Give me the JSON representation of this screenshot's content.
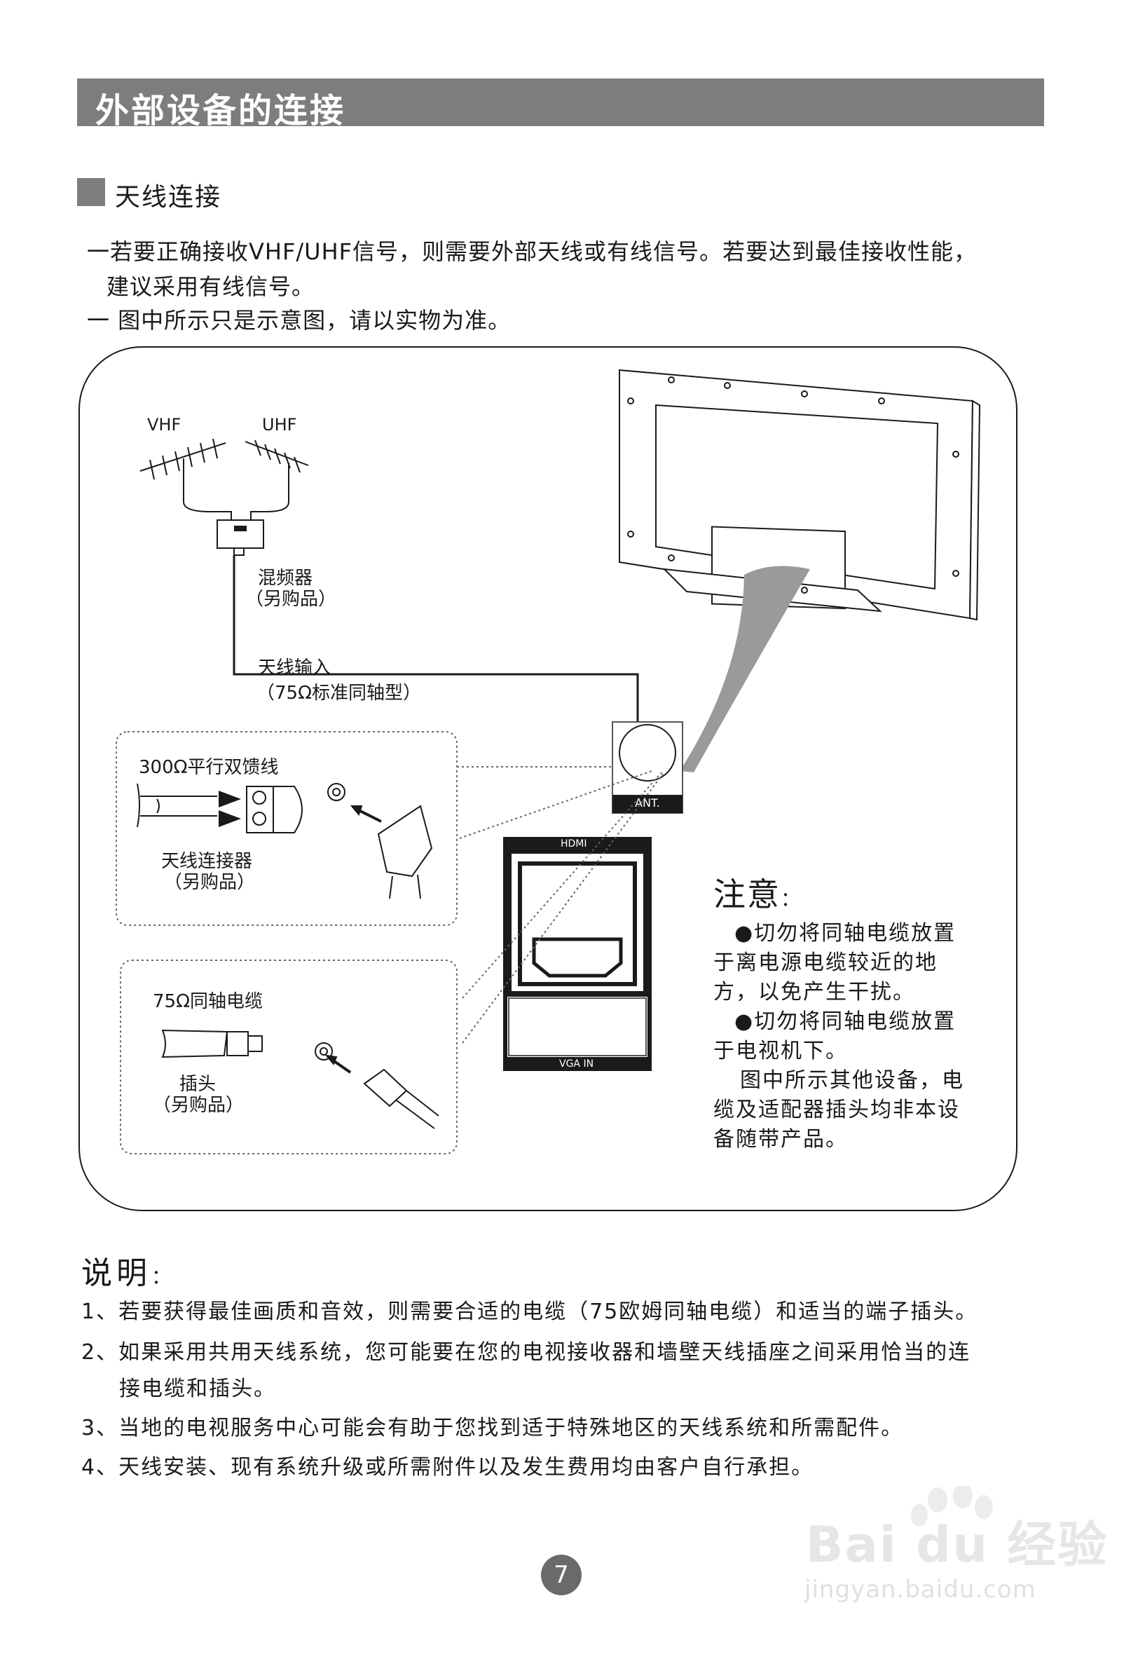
{
  "header": {
    "title": "外部设备的连接"
  },
  "section": {
    "title": "天线连接"
  },
  "intro": {
    "line1": "一若要正确接收VHF/UHF信号，则需要外部天线或有线信号。若要达到最佳接收性能，",
    "line2": "建议采用有线信号。",
    "line3": "一  图中所示只是示意图，请以实物为准。"
  },
  "diagram": {
    "vhf": "VHF",
    "uhf": "UHF",
    "mixer": "混频器",
    "mixer_note": "（另购品）",
    "antenna_input": "天线输入",
    "antenna_input_note": "（75Ω标准同轴型）",
    "ant_port": "ANT.",
    "hdmi_port": "HDMI",
    "vga_port": "VGA IN",
    "twin_lead": "300Ω平行双馈线",
    "connector": "天线连接器",
    "connector_note": "（另购品）",
    "coax": "75Ω同轴电缆",
    "plug": "插头",
    "plug_note": "（另购品）"
  },
  "note": {
    "title": "注意",
    "title_colon": "：",
    "lines": [
      "●切勿将同轴电缆放置",
      "于离电源电缆较近的地",
      "方，以免产生干扰。",
      "●切勿将同轴电缆放置",
      "于电视机下。",
      "图中所示其他设备，电",
      "缆及适配器插头均非本设",
      "备随带产品。"
    ]
  },
  "explanation": {
    "title": "说明",
    "title_colon": "：",
    "items": [
      "1、若要获得最佳画质和音效，则需要合适的电缆（75欧姆同轴电缆）和适当的端子插头。",
      "2、如果采用共用天线系统，您可能要在您的电视接收器和墙壁天线插座之间采用恰当的连",
      "接电缆和插头。",
      "3、当地的电视服务中心可能会有助于您找到适于特殊地区的天线系统和所需配件。",
      "4、天线安装、现有系统升级或所需附件以及发生费用均由客户自行承担。"
    ]
  },
  "page": {
    "number": "7"
  },
  "watermark": {
    "brand": "Bai du 经验",
    "url": "jingyan.baidu.com"
  }
}
